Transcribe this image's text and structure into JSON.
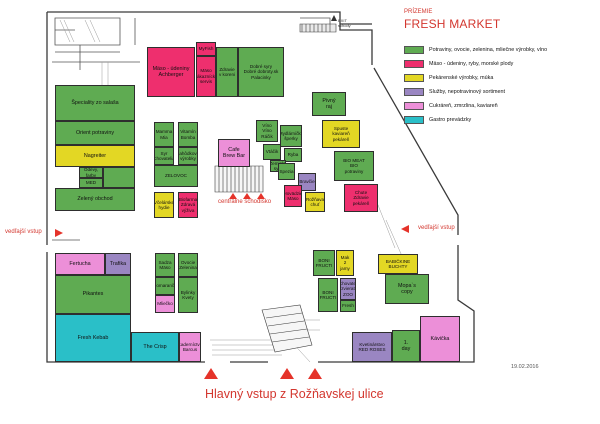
{
  "legend": {
    "subtitle": "PRÍZEMIE",
    "title": "FRESH MARKET",
    "items": [
      {
        "label": "Potraviny, ovocie, zelenina, mliečne výrobky, víno",
        "color": "#5fab52"
      },
      {
        "label": "Mäso - údeniny, ryby, morské plody",
        "color": "#ee2f6e"
      },
      {
        "label": "Pekárenské výrobky, múka",
        "color": "#e3d724"
      },
      {
        "label": "Služby, nepotravinový sortiment",
        "color": "#9a86c2"
      },
      {
        "label": "Cukráreň, zmrzlina, kaviareň",
        "color": "#ec8fd8"
      },
      {
        "label": "Gastro prevádzky",
        "color": "#2abfc8"
      }
    ]
  },
  "labels": {
    "side_entrance_left": "vedľajší vstup",
    "side_entrance_right": "vedľajší vstup",
    "central_stairs": "centrálne schodisko",
    "main_entrance": "Hlavný vstup z Rožňavskej ulice",
    "date": "19.02.2016",
    "top_exit": "EXIT",
    "top_exit_sub": "schody"
  },
  "shops": {
    "maso_achberger": "Mäso - údeniny\nAchberger",
    "myfish": "MyFish",
    "maso_small": "Mäso\nzákaznícky\nservis",
    "zdravie_koren": "Zdravie v koreni",
    "dobre_syry": "Dobré syry\nDobré dobroty.sk\nPalacinky",
    "speciality_salasa": "Špeciality zo salaša",
    "orient": "Orient potraviny",
    "nagreiter": "Nagreiter",
    "odevy": "Odevy, farby",
    "med": "MED",
    "zeleny_obchod": "Zelený obchod",
    "mamma_mia": "Mamma\nMia",
    "vitamin_bomba": "Vitamín\nBomba",
    "syr_chovateli": "Syr\nChovatelia",
    "lahodky": "Lahôdkové\nvýrobky",
    "zelovoc_mid": "ZELOVOC",
    "vcelie_ham": "Včelárske\nhydie",
    "solar_zdravia": "Biofarma\nZdravá\nvýživa",
    "cafe_brew": "Cafe\nBrew Bar",
    "vino_vino": "Víno Víno\nRáčik",
    "mydlo": "Mydlárnička\nšperky",
    "vtacik": "Vtáčik",
    "ryba": "Ryba",
    "zemiaky": "Zemiaky\nsyry",
    "spezia": "Spezia",
    "bravcie": "Bravčie",
    "hovad": "Hovädzie\nMäso",
    "rozne_chut": "Rožňava\nchuť",
    "pivny_raj": "Pivný\nraj",
    "spuste": "Spuste\nkaviareň\npekáreň",
    "bio_meat": "BIO MEAT\nBIO\npotraviny",
    "chute_zdravie": "Chute\nZdravie\npekáreň",
    "fertucha": "Fertucha",
    "trafika": "Trafika",
    "pikantes": "Pikantes",
    "fresh_kebab": "Fresh Kebab",
    "the_crisp": "The Crisp",
    "kaderníctvo": "Kaderníctvo\nBarcus",
    "sadza": "Sadza\nMäso",
    "ovocie": "Ovocie\nZelenina",
    "pomaranc": "Pomaranče",
    "bylinky": "Bylinky\nKvety",
    "mliecko": "Mliečko",
    "boni_fructi_1": "BONI\nFRUCTI",
    "mak_jamy": "Mak\n2\njamy",
    "boni_fructi_2": "BONI\nFRUCTI",
    "chovatelia_psi": "Chovateľ\nzvierat\nZOO",
    "fresh_small": "Fresh",
    "babicka": "BABIČKINE\nBUCHTY",
    "mopa_copy": "Mopa`s\ncopy",
    "kvetinarstvo": "Kvetinárstvo\nRED ROSES",
    "one_day": "1.\nday",
    "kavicka": "Kávička"
  }
}
